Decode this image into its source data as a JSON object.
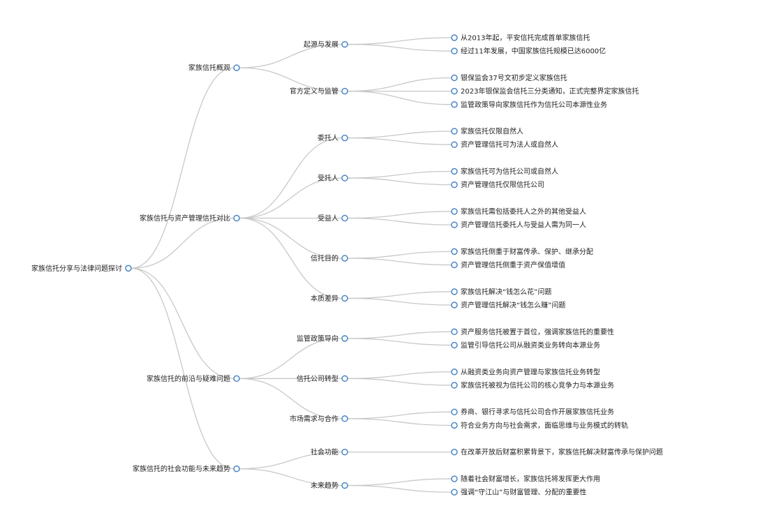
{
  "colors": {
    "link": "#c8c8c8",
    "node_stroke": "#4a86c8",
    "node_fill": "#ffffff",
    "text": "#222222",
    "background": "#ffffff"
  },
  "mindmap": {
    "root": {
      "label": "家族信托分享与法律问题探讨",
      "children": [
        {
          "label": "家族信托概观",
          "children": [
            {
              "label": "起源与发展",
              "children": [
                {
                  "label": "从2013年起，平安信托完成首单家族信托"
                },
                {
                  "label": "经过11年发展，中国家族信托规模已达6000亿"
                }
              ]
            },
            {
              "label": "官方定义与监管",
              "children": [
                {
                  "label": "银保监会37号文初步定义家族信托"
                },
                {
                  "label": "2023年银保监会信托三分类通知，正式完整界定家族信托"
                },
                {
                  "label": "监管政策导向家族信托作为信托公司本源性业务"
                }
              ]
            }
          ]
        },
        {
          "label": "家族信托与资产管理信托对比",
          "children": [
            {
              "label": "委托人",
              "children": [
                {
                  "label": "家族信托仅限自然人"
                },
                {
                  "label": "资产管理信托可为法人或自然人"
                }
              ]
            },
            {
              "label": "受托人",
              "children": [
                {
                  "label": "家族信托可为信托公司或自然人"
                },
                {
                  "label": "资产管理信托仅限信托公司"
                }
              ]
            },
            {
              "label": "受益人",
              "children": [
                {
                  "label": "家族信托需包括委托人之外的其他受益人"
                },
                {
                  "label": "资产管理信托委托人与受益人需为同一人"
                }
              ]
            },
            {
              "label": "信托目的",
              "children": [
                {
                  "label": "家族信托侧重于财富传承、保护、继承分配"
                },
                {
                  "label": "资产管理信托侧重于资产保值增值"
                }
              ]
            },
            {
              "label": "本质差异",
              "children": [
                {
                  "label": "家族信托解决“钱怎么花”问题"
                },
                {
                  "label": "资产管理信托解决“钱怎么赚”问题"
                }
              ]
            }
          ]
        },
        {
          "label": "家族信托的前沿与疑难问题",
          "children": [
            {
              "label": "监管政策导向",
              "children": [
                {
                  "label": "资产服务信托被置于首位，强调家族信托的重要性"
                },
                {
                  "label": "监管引导信托公司从融资类业务转向本源业务"
                }
              ]
            },
            {
              "label": "信托公司转型",
              "children": [
                {
                  "label": "从融资类业务向资产管理与家族信托业务转型"
                },
                {
                  "label": "家族信托被视为信托公司的核心竞争力与本源业务"
                }
              ]
            },
            {
              "label": "市场需求与合作",
              "children": [
                {
                  "label": "券商、银行寻求与信托公司合作开展家族信托业务"
                },
                {
                  "label": "符合业务方向与社会需求，面临思维与业务模式的转轨"
                }
              ]
            }
          ]
        },
        {
          "label": "家族信托的社会功能与未来趋势",
          "children": [
            {
              "label": "社会功能",
              "children": [
                {
                  "label": "在改革开放后财富积累背景下，家族信托解决财富传承与保护问题"
                }
              ]
            },
            {
              "label": "未来趋势",
              "children": [
                {
                  "label": "随着社会财富增长，家族信托将发挥更大作用"
                },
                {
                  "label": "强调“守江山”与财富管理、分配的重要性"
                }
              ]
            }
          ]
        }
      ]
    }
  }
}
